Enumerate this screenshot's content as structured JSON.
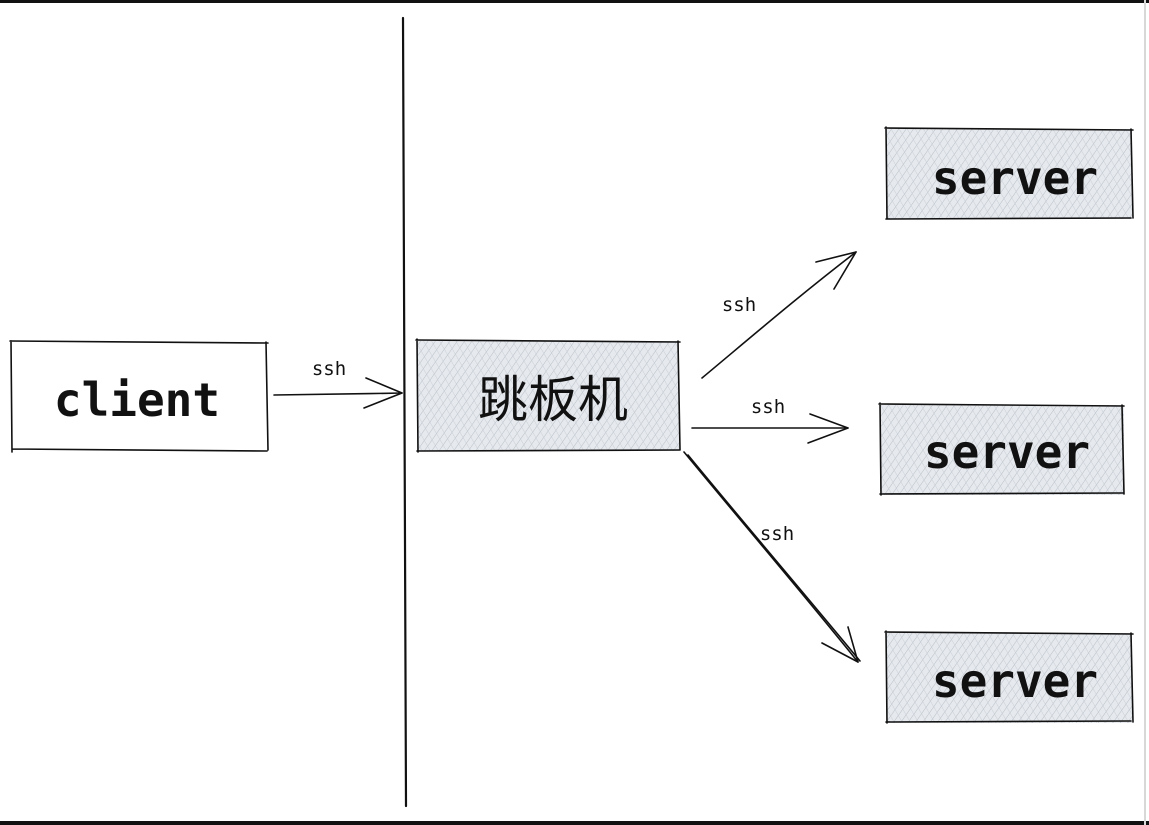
{
  "diagram": {
    "nodes": {
      "client": {
        "label": "client",
        "fill": "#ffffff"
      },
      "jump_host": {
        "label": "跳板机",
        "fill": "#dfe3e8"
      },
      "server_1": {
        "label": "server",
        "fill": "#dfe3e8"
      },
      "server_2": {
        "label": "server",
        "fill": "#dfe3e8"
      },
      "server_3": {
        "label": "server",
        "fill": "#dfe3e8"
      }
    },
    "edges": {
      "client_to_jump": {
        "label": "ssh"
      },
      "jump_to_server_1": {
        "label": "ssh"
      },
      "jump_to_server_2": {
        "label": "ssh"
      },
      "jump_to_server_3": {
        "label": "ssh"
      }
    },
    "colors": {
      "ink": "#111111",
      "hatch": "#b8c0c9",
      "frame": "#111111"
    }
  }
}
